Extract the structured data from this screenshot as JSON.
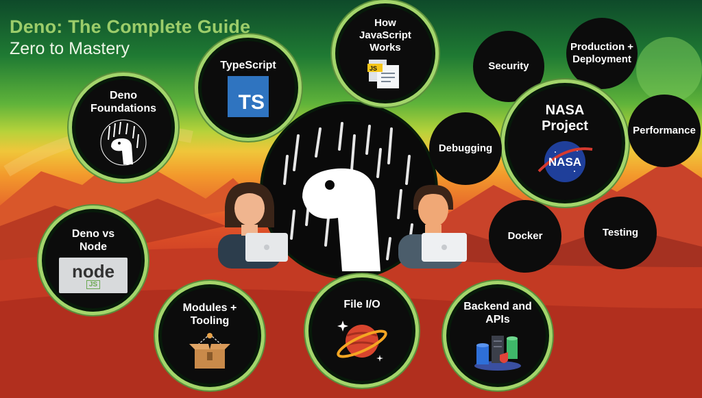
{
  "header": {
    "title": "Deno: The Complete Guide",
    "subtitle": "Zero to Mastery"
  },
  "topics": {
    "deno_foundations": "Deno Foundations",
    "typescript": "TypeScript",
    "how_js_works": "How JavaScript Works",
    "security": "Security",
    "production_deployment": "Production + Deployment",
    "nasa_project": "NASA Project",
    "performance": "Performance",
    "debugging": "Debugging",
    "deno_vs_node": "Deno vs Node",
    "docker": "Docker",
    "testing": "Testing",
    "modules_tooling": "Modules + Tooling",
    "file_io": "File I/O",
    "backend_apis": "Backend and APIs"
  },
  "icons": {
    "ts_badge": "TS",
    "js_badge": "JS",
    "nasa_logo": "NASA",
    "node_logo": "node",
    "node_js_badge": "JS"
  },
  "colors": {
    "accent_ring": "#a3d56b",
    "title_green": "#9ccd6a",
    "ts_blue": "#2f74c0",
    "nasa_blue": "#1f3f9a"
  }
}
